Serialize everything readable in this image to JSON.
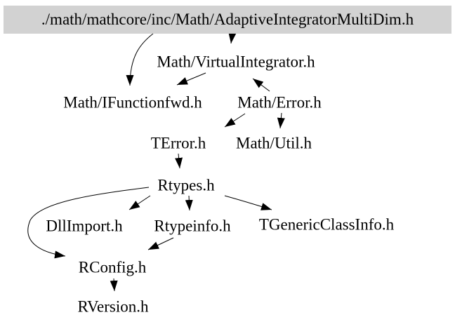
{
  "diagram": {
    "type": "include-dependency-graph",
    "background_color": "#ffffff",
    "root_box_fill": "#d2d2d2",
    "edge_color": "#000000",
    "text_color": "#000000",
    "nodes": [
      {
        "label": "./math/mathcore/inc/Math/AdaptiveIntegratorMultiDim.h",
        "role": "root-file"
      },
      {
        "label": "Math/VirtualIntegrator.h"
      },
      {
        "label": "Math/IFunctionfwd.h"
      },
      {
        "label": "Math/Error.h"
      },
      {
        "label": "TError.h"
      },
      {
        "label": "Math/Util.h"
      },
      {
        "label": "Rtypes.h"
      },
      {
        "label": "DllImport.h"
      },
      {
        "label": "Rtypeinfo.h"
      },
      {
        "label": "TGenericClassInfo.h"
      },
      {
        "label": "RConfig.h"
      },
      {
        "label": "RVersion.h"
      }
    ],
    "edges": [
      {
        "from": "./math/mathcore/inc/Math/AdaptiveIntegratorMultiDim.h",
        "to": "Math/VirtualIntegrator.h"
      },
      {
        "from": "./math/mathcore/inc/Math/AdaptiveIntegratorMultiDim.h",
        "to": "Math/IFunctionfwd.h"
      },
      {
        "from": "Math/VirtualIntegrator.h",
        "to": "Math/IFunctionfwd.h"
      },
      {
        "from": "Math/Error.h",
        "to": "Math/VirtualIntegrator.h"
      },
      {
        "from": "Math/Error.h",
        "to": "TError.h"
      },
      {
        "from": "Math/Error.h",
        "to": "Math/Util.h"
      },
      {
        "from": "TError.h",
        "to": "Rtypes.h"
      },
      {
        "from": "Rtypes.h",
        "to": "DllImport.h"
      },
      {
        "from": "Rtypes.h",
        "to": "Rtypeinfo.h"
      },
      {
        "from": "Rtypes.h",
        "to": "TGenericClassInfo.h"
      },
      {
        "from": "Rtypes.h",
        "to": "RConfig.h"
      },
      {
        "from": "Rtypeinfo.h",
        "to": "RConfig.h"
      },
      {
        "from": "RConfig.h",
        "to": "RVersion.h"
      }
    ]
  }
}
